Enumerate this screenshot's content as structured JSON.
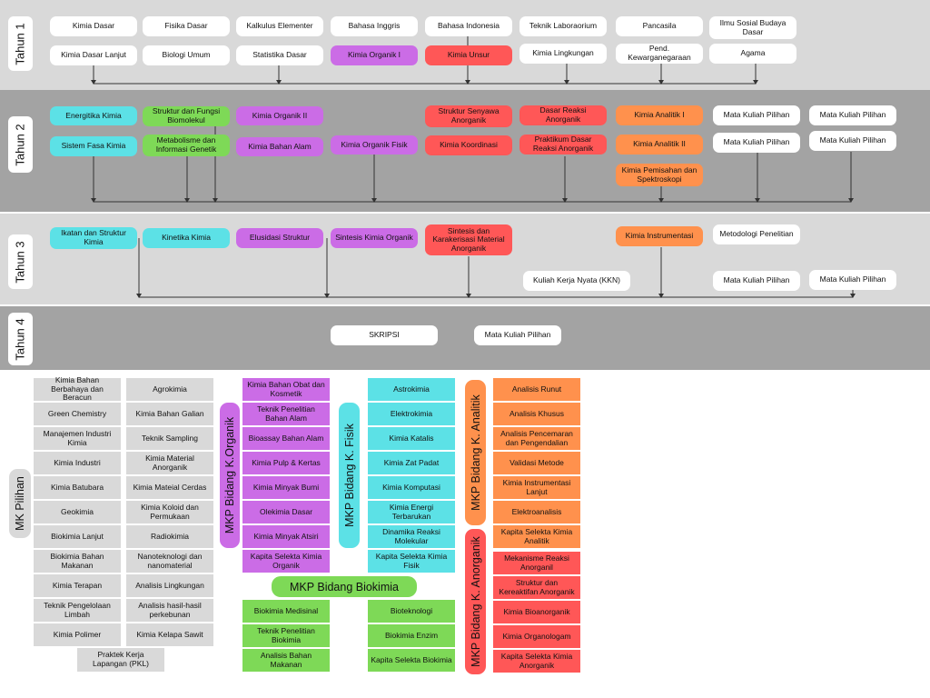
{
  "years": {
    "y1": "Tahun 1",
    "y2": "Tahun 2",
    "y3": "Tahun 3",
    "y4": "Tahun 4"
  },
  "tahun1": {
    "row1": [
      "Kimia Dasar",
      "Fisika Dasar",
      "Kalkulus Elementer",
      "Bahasa Inggris",
      "Bahasa Indonesia",
      "Teknik Laboraorium",
      "Pancasila",
      "Ilmu Sosial Budaya Dasar"
    ],
    "row2": [
      "Kimia Dasar Lanjut",
      "Biologi Umum",
      "Statistika Dasar",
      "Kimia Organik I",
      "Kimia Unsur",
      "Kimia Lingkungan",
      "Pend. Kewarganegaraan",
      "Agama"
    ]
  },
  "tahun2": {
    "energitika": "Energitika Kimia",
    "sistem_fasa": "Sistem Fasa Kimia",
    "struktur_fungsi": "Struktur dan Fungsi Biomolekul",
    "metabolisme": "Metabolisme dan Informasi Genetik",
    "organik2": "Kimia Organik II",
    "bahan_alam": "Kimia Bahan Alam",
    "organik_fisik": "Kimia Organik Fisik",
    "struktur_senyawa": "Struktur Senyawa Anorganik",
    "koordinasi": "Kimia Koordinasi",
    "dasar_reaksi": "Dasar Reaksi Anorganik",
    "praktikum": "Praktikum Dasar Reaksi Anorganik",
    "analitik1": "Kimia Analitik I",
    "analitik2": "Kimia Analitik II",
    "pemisahan": "Kimia Pemisahan dan Spektroskopi",
    "pilihan1": "Mata Kuliah Pilihan",
    "pilihan2": "Mata Kuliah Pilihan",
    "pilihan3": "Mata Kuliah Pilihan",
    "pilihan4": "Mata Kuliah Pilihan"
  },
  "tahun3": {
    "ikatan": "Ikatan dan Struktur Kimia",
    "kinetika": "Kinetika Kimia",
    "elusidasi": "Elusidasi Struktur",
    "sintesis_organik": "Sintesis Kimia Organik",
    "sintesis_anorganik": "Sintesis dan Karakerisasi Material Anorganik",
    "instrumentasi": "Kimia Instrumentasi",
    "metodologi": "Metodologi Penelitian",
    "kkn": "Kuliah Kerja Nyata (KKN)",
    "pilihan1": "Mata Kuliah Pilihan",
    "pilihan2": "Mata Kuliah Pilihan"
  },
  "tahun4": {
    "skripsi": "SKRIPSI",
    "pilihan": "Mata Kuliah Pilihan"
  },
  "mk_pilihan": {
    "label": "MK Pilihan",
    "col1": [
      "Kimia Bahan Berbahaya dan Beracun",
      "Green Chemistry",
      "Manajemen Industri Kimia",
      "Kimia Industri",
      "Kimia Batubara",
      "Geokimia",
      "Biokimia Lanjut",
      "Biokimia Bahan Makanan",
      "Kimia Terapan",
      "Teknik Pengelolaan Limbah",
      "Kimia Polimer"
    ],
    "col2": [
      "Agrokimia",
      "Kimia Bahan Galian",
      "Teknik Sampling",
      "Kimia Material Anorganik",
      "Kimia Mateial Cerdas",
      "Kimia Koloid dan Permukaan",
      "Radiokimia",
      "Nanoteknologi dan nanomaterial",
      "Analisis Lingkungan",
      "Analisis hasil-hasil perkebunan",
      "Kimia Kelapa Sawit"
    ],
    "pkl": "Praktek Kerja Lapangan (PKL)"
  },
  "mkp_organik": {
    "label": "MKP Bidang K.Organik",
    "items": [
      "Kimia Bahan Obat dan Kosmetik",
      "Teknik Penelitian Bahan Alam",
      "Bioassay Bahan Alam",
      "Kimia Pulp & Kertas",
      "Kimia Minyak Bumi",
      "Olekimia Dasar",
      "Kimia Minyak Atsiri",
      "Kapita Selekta Kimia Organik"
    ]
  },
  "mkp_fisik": {
    "label": "MKP Bidang K. Fisik",
    "items": [
      "Astrokimia",
      "Elektrokimia",
      "Kimia Katalis",
      "Kimia Zat Padat",
      "Kimia Komputasi",
      "Kimia Energi Terbarukan",
      "Dinamika Reaksi Molekular",
      "Kapita Selekta Kimia Fisik"
    ]
  },
  "mkp_biokimia": {
    "label": "MKP Bidang Biokimia",
    "left": [
      "Biokimia Medisinal",
      "Teknik Penelitian Biokimia",
      "Analisis Bahan Makanan"
    ],
    "right": [
      "Bioteknologi",
      "Biokimia Enzim",
      "Kapita Selekta Biokimia"
    ]
  },
  "mkp_analitik": {
    "label": "MKP Bidang K. Analitik",
    "items": [
      "Analisis Runut",
      "Analisis Khusus",
      "Analisis Pencemaran dan Pengendalian",
      "Validasi Metode",
      "Kimia Instrumentasi Lanjut",
      "Elektroanalisis",
      "Kapita Selekta Kimia Analitik"
    ]
  },
  "mkp_anorganik": {
    "label": "MKP Bidang K. Anorganik",
    "items": [
      "Mekanisme Reaksi Anorganil",
      "Struktur dan Kereaktifan Anorganik",
      "Kimia Bioanorganik",
      "Kimia Organologam",
      "Kapita Selekta Kimia Anorganik"
    ]
  },
  "colors": {
    "cyan": "#5ce1e6",
    "green": "#7ed957",
    "purple": "#cb6ce6",
    "red": "#ff5757",
    "orange": "#ff914d",
    "gray": "#d9d9d9"
  }
}
